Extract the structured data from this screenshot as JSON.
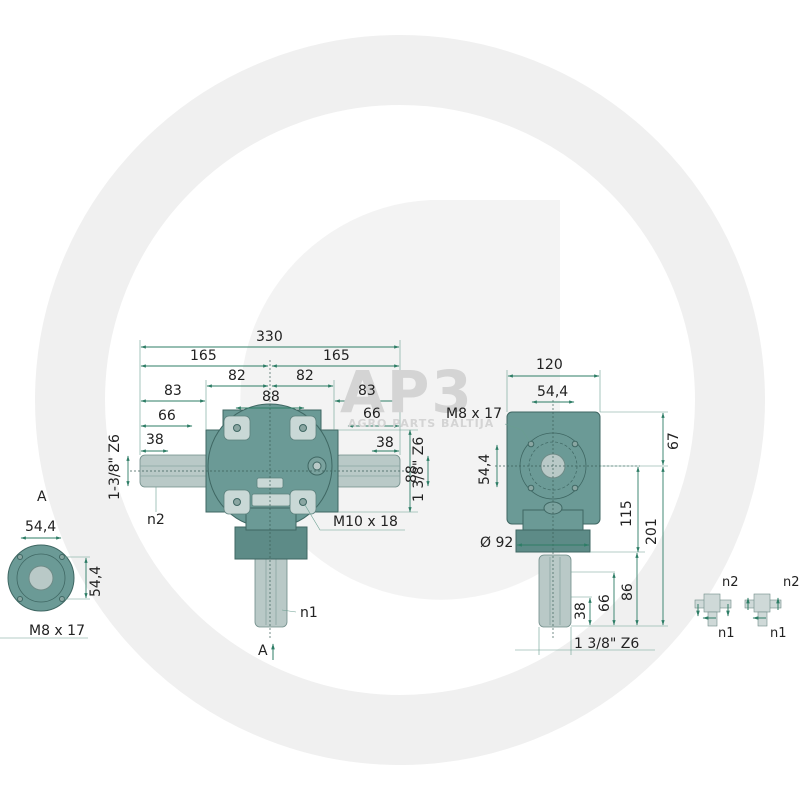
{
  "watermark": {
    "logo_text": "AP3",
    "subtitle": "AGRO PARTS BALTIJA"
  },
  "front_view": {
    "overall_width": "330",
    "half_left": "165",
    "half_right": "165",
    "flange_left": "82",
    "flange_right": "82",
    "bolt_spacing": "88",
    "shaft_left_83": "83",
    "shaft_right_83": "83",
    "shaft_left_66": "66",
    "shaft_right_66": "66",
    "shaft_left_38": "38",
    "shaft_right_38": "38",
    "height_88": "88",
    "left_shaft_spec": "1-3/8\" Z6",
    "right_shaft_spec": "1 3/8\" Z6",
    "bolt_spec": "M10 x 18",
    "label_n2": "n2",
    "label_n1": "n1",
    "view_arrow_label": "A"
  },
  "view_a": {
    "title": "A",
    "width_dim": "54,4",
    "height_dim": "54,4",
    "bolt_spec": "M8 x 17"
  },
  "side_view": {
    "overall_width": "120",
    "bolt_spacing_h": "54,4",
    "bolt_spacing_v": "54,4",
    "bolt_spec": "M8 x 17",
    "dim_67": "67",
    "dim_115": "115",
    "dim_201": "201",
    "diameter": "Ø 92",
    "dim_86": "86",
    "dim_66": "66",
    "dim_38": "38",
    "shaft_spec": "1 3/8\" Z6"
  },
  "rotation_diagrams": [
    {
      "top_label": "n2",
      "bottom_label": "n1"
    },
    {
      "top_label": "n2",
      "bottom_label": "n1"
    }
  ]
}
